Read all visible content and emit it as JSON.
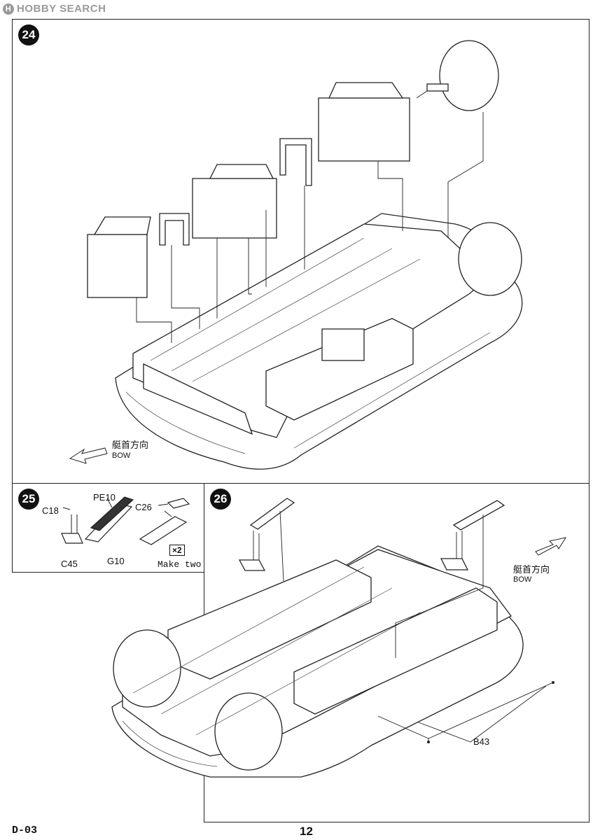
{
  "watermark": {
    "logo": "H",
    "text": "HOBBY SEARCH"
  },
  "steps": {
    "s24": "24",
    "s25": "25",
    "s26": "26"
  },
  "step25": {
    "labels": {
      "c18": "C18",
      "pe10": "PE10",
      "c26": "C26",
      "c45": "C45",
      "g10": "G10"
    },
    "multiplier": "×2",
    "note": "Make two"
  },
  "step24": {
    "bow_jp": "艇首方向",
    "bow_en": "BOW"
  },
  "step26": {
    "bow_jp": "艇首方向",
    "bow_en": "BOW",
    "b43": "B43"
  },
  "footer": {
    "code": "D-03",
    "page": "12"
  }
}
